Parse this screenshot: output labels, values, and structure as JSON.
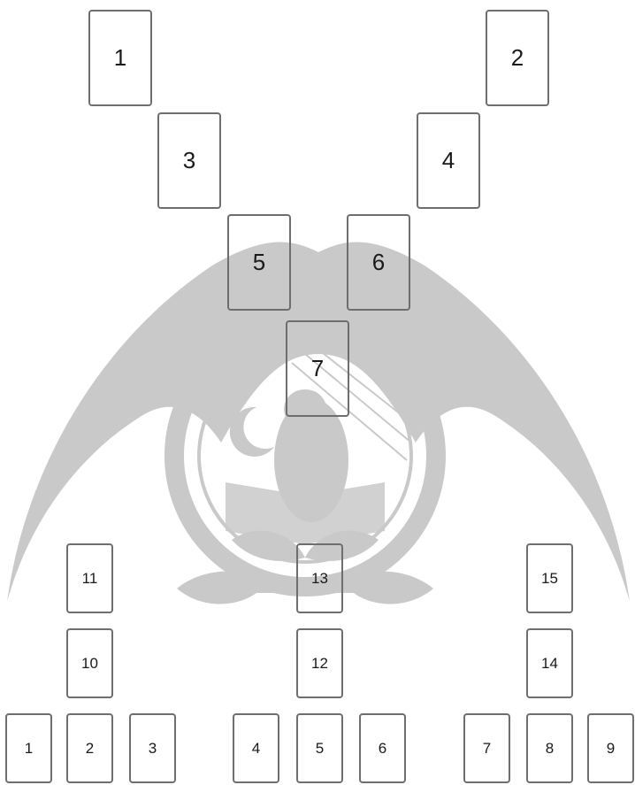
{
  "colors": {
    "card_border": "#6e6e6e",
    "watermark": "#c9c9c9",
    "text": "#1a1a1a"
  },
  "watermark": {
    "icon": "owl-crescent-emblem-icon"
  },
  "spread_cards": [
    "1",
    "2",
    "3",
    "4",
    "5",
    "6",
    "7"
  ],
  "grid_cards": [
    "11",
    "10",
    "13",
    "12",
    "15",
    "14"
  ],
  "bottom_cards": [
    "1",
    "2",
    "3",
    "4",
    "5",
    "6",
    "7",
    "8",
    "9"
  ]
}
